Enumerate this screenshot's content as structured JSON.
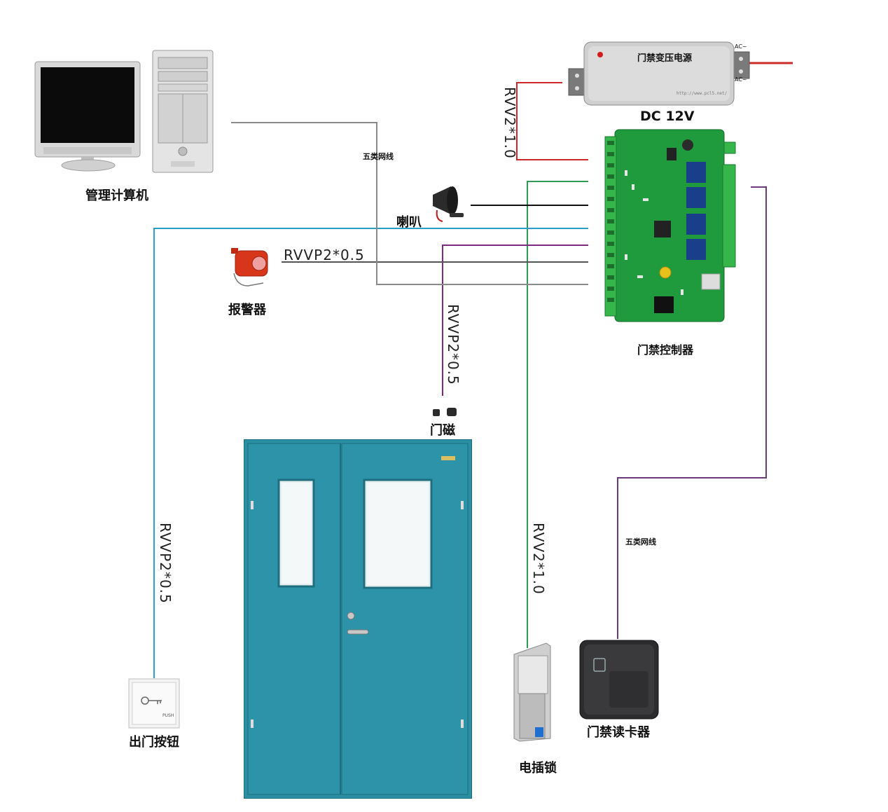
{
  "devices": {
    "computer": "管理计算机",
    "speaker": "喇叭",
    "alarm": "报警器",
    "door_sensor": "门磁",
    "exit_button": "出门按钮",
    "electric_lock": "电插锁",
    "card_reader": "门禁读卡器",
    "controller": "门禁控制器",
    "power_supply": "门禁变压电源"
  },
  "power": {
    "output": "DC 12V",
    "ac_top": "AC~",
    "ac_bottom": "AC~",
    "url": "http://www.pcl5.net/"
  },
  "exit_button_push": "PUSH",
  "cables": {
    "power_cable": "RVV2*1.0",
    "network_cable_computer": "五类网线",
    "alarm_cable": "RVVP2*0.5",
    "door_sensor_cable": "RVVP2*0.5",
    "exit_button_cable": "RVVP2*0.5",
    "lock_cable": "RVV2*1.0",
    "network_cable_reader": "五类网线"
  },
  "colors": {
    "power_wire": "#cc2a2a",
    "lock_wire": "#2e9a55",
    "speaker_wire": "#111111",
    "exit_wire": "#2aa0c8",
    "sensor_wire": "#7a2a80",
    "alarm_wire": "#555555",
    "network_wire": "#8a8a8a",
    "reader_wire": "#6a3a7a",
    "door": "#2b8ea3",
    "board": "#1f9a3c"
  }
}
